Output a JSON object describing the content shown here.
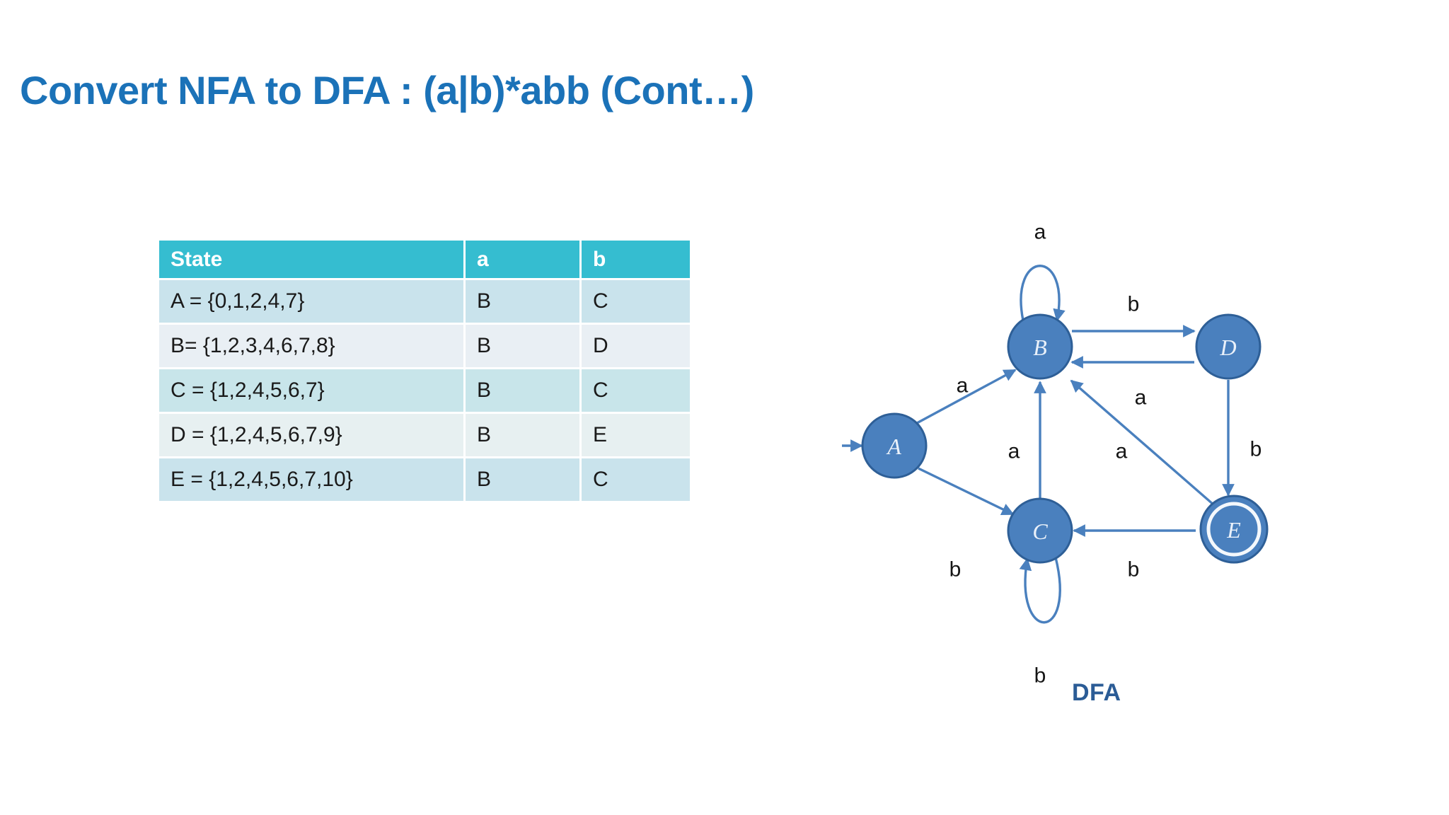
{
  "slide": {
    "title": "Convert NFA to DFA : (a|b)*abb (Cont…)",
    "title_color": "#1B72B8",
    "background": "#ffffff"
  },
  "table": {
    "name": "dfa-transition-table",
    "header_bg": "#35BDD0",
    "header_text_color": "#ffffff",
    "row_colors": [
      "#C9E3EC",
      "#E9EFF4"
    ],
    "columns": [
      "State",
      "a",
      "b"
    ],
    "rows": [
      {
        "state": "A = {0,1,2,4,7}",
        "a": "B",
        "b": "C"
      },
      {
        "state": "B= {1,2,3,4,6,7,8}",
        "a": "B",
        "b": "D"
      },
      {
        "state": "C = {1,2,4,5,6,7}",
        "a": "B",
        "b": "C"
      },
      {
        "state": "D = {1,2,4,5,6,7,9}",
        "a": "B",
        "b": "E"
      },
      {
        "state": "E = {1,2,4,5,6,7,10}",
        "a": "B",
        "b": "C"
      }
    ]
  },
  "diagram": {
    "caption": "DFA",
    "caption_color": "#2B5C96",
    "node_fill": "#4A80BE",
    "node_stroke": "#2E5F97",
    "edge_color": "#4A80BE",
    "node_labels": {
      "A": "A",
      "B": "B",
      "C": "C",
      "D": "D",
      "E": "E"
    },
    "start_state": "A",
    "accepting_states": [
      "E"
    ],
    "edge_labels": {
      "b_self_loop": "a",
      "a_to_b": "a",
      "a_to_c": "b",
      "b_to_d": "b",
      "d_to_b": "a",
      "c_to_b": "a",
      "e_to_b": "a",
      "d_to_e": "b",
      "c_self_loop": "b",
      "e_to_c": "b"
    }
  }
}
